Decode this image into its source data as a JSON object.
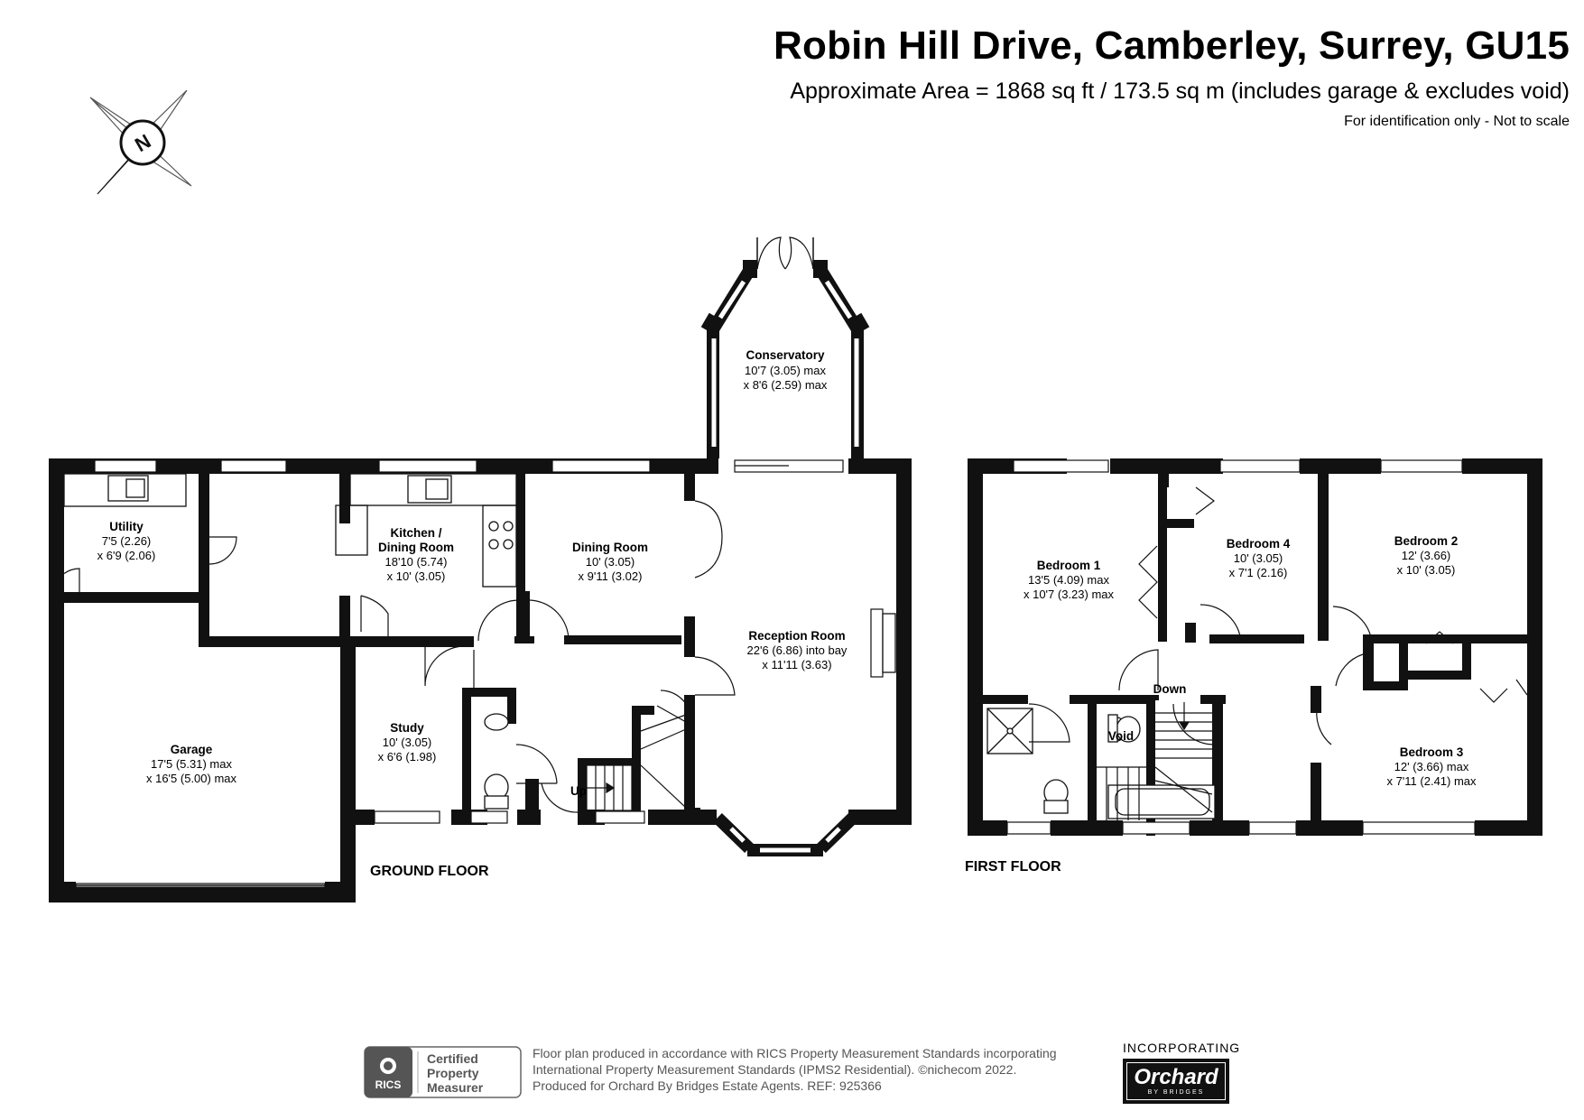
{
  "header": {
    "title": "Robin Hill Drive, Camberley, Surrey, GU15",
    "area": "Approximate Area = 1868 sq ft / 173.5 sq m (includes garage & excludes void)",
    "disclaimer": "For identification only - Not to scale"
  },
  "compass": {
    "label": "N"
  },
  "floors": {
    "ground": "GROUND FLOOR",
    "first": "FIRST FLOOR"
  },
  "rooms": {
    "conservatory": {
      "name": "Conservatory",
      "dim1": "10'7 (3.05) max",
      "dim2": "x 8'6 (2.59) max"
    },
    "utility": {
      "name": "Utility",
      "dim1": "7'5 (2.26)",
      "dim2": "x 6'9 (2.06)"
    },
    "kitchen": {
      "name1": "Kitchen /",
      "name2": "Dining Room",
      "dim1": "18'10 (5.74)",
      "dim2": "x 10' (3.05)"
    },
    "dining": {
      "name": "Dining Room",
      "dim1": "10' (3.05)",
      "dim2": "x 9'11 (3.02)"
    },
    "reception": {
      "name": "Reception Room",
      "dim1": "22'6 (6.86) into bay",
      "dim2": "x 11'11 (3.63)"
    },
    "garage": {
      "name": "Garage",
      "dim1": "17'5 (5.31) max",
      "dim2": "x 16'5 (5.00) max"
    },
    "study": {
      "name": "Study",
      "dim1": "10' (3.05)",
      "dim2": "x 6'6 (1.98)"
    },
    "bedroom1": {
      "name": "Bedroom 1",
      "dim1": "13'5 (4.09) max",
      "dim2": "x 10'7 (3.23) max"
    },
    "bedroom4": {
      "name": "Bedroom 4",
      "dim1": "10' (3.05)",
      "dim2": "x 7'1 (2.16)"
    },
    "bedroom2": {
      "name": "Bedroom 2",
      "dim1": "12' (3.66)",
      "dim2": "x 10' (3.05)"
    },
    "bedroom3": {
      "name": "Bedroom 3",
      "dim1": "12' (3.66) max",
      "dim2": "x 7'11 (2.41) max"
    },
    "void": {
      "name": "Void"
    }
  },
  "stairs": {
    "up": "Up",
    "down": "Down"
  },
  "footer": {
    "line1": "Floor plan produced in accordance with RICS Property Measurement Standards incorporating",
    "line2": "International Property Measurement Standards (IPMS2 Residential).   ©nichecom 2022.",
    "line3": "Produced for Orchard By Bridges Estate Agents.   REF:  925366",
    "rics_brand": "RICS",
    "rics_cert1": "Certified",
    "rics_cert2": "Property",
    "rics_cert3": "Measurer",
    "incorporating": "INCORPORATING",
    "orchard_name": "Orchard",
    "orchard_sub": "BY BRIDGES"
  },
  "colors": {
    "wall": "#111111",
    "window": "#ffffff"
  }
}
